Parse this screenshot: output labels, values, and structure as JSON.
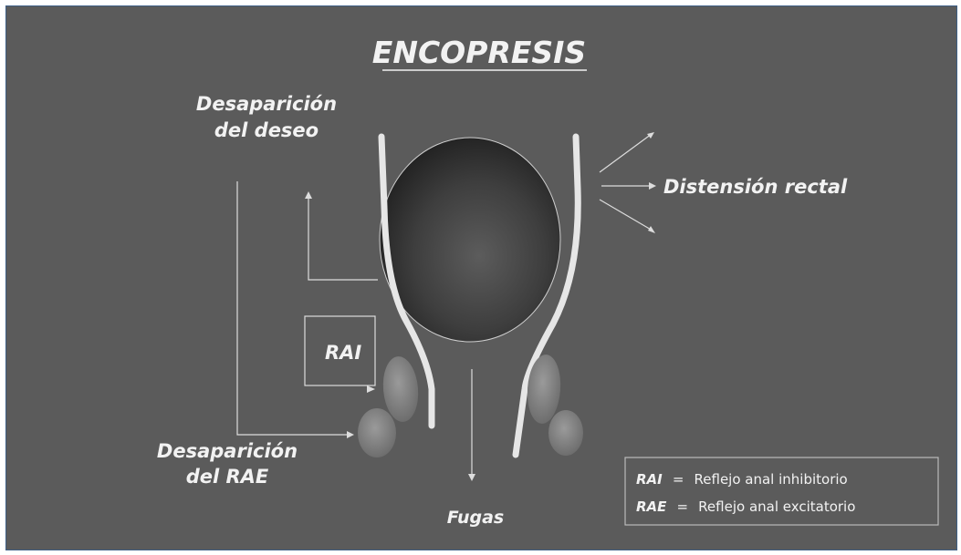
{
  "title": "ENCOPRESIS",
  "labels": {
    "loss_of_urge_line1": "Desaparición",
    "loss_of_urge_line2": "del deseo",
    "rectal_distension": "Distensión rectal",
    "rai": "RAI",
    "loss_of_rae_line1": "Desaparición",
    "loss_of_rae_line2": "del RAE",
    "leakage": "Fugas"
  },
  "legend": {
    "items": [
      {
        "abbr": "RAI",
        "separator": "=",
        "text": "Reflejo anal inhibitorio"
      },
      {
        "abbr": "RAE",
        "separator": "=",
        "text": "Reflejo anal excitatorio"
      }
    ]
  },
  "colors": {
    "background": "#5b5b5b",
    "frame_border": "#3e5f86",
    "lines": "#e6e6e6",
    "fecal_mass_dark": "#262626",
    "fecal_mass_light": "#585858",
    "sphincter": "#7f7f7f"
  }
}
